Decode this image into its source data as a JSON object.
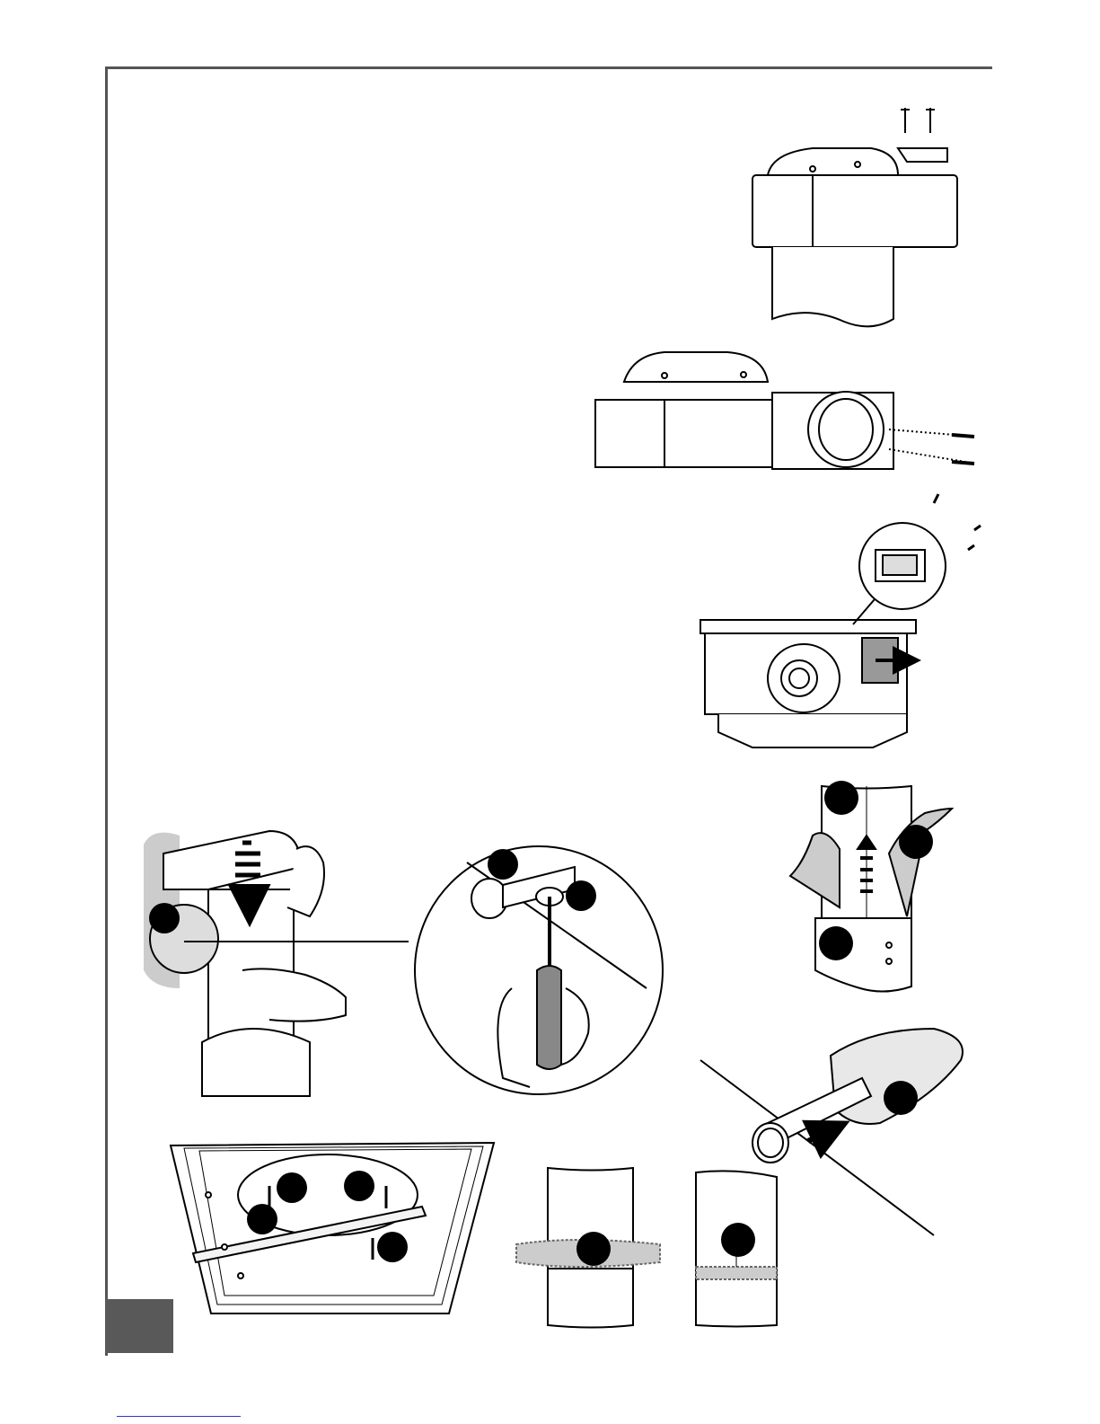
{
  "page": {
    "description_visible_text": ""
  },
  "figures": [
    {
      "id": "hood-top-view-with-screws"
    },
    {
      "id": "hood-side-with-flange-and-screws"
    },
    {
      "id": "motor-housing-with-damper-detail"
    },
    {
      "id": "chimney-installation-hands"
    },
    {
      "id": "screwdriver-detail-circle"
    },
    {
      "id": "chimney-cover-sliding"
    },
    {
      "id": "clip-detail"
    },
    {
      "id": "ceiling-bracket-install"
    },
    {
      "id": "chimney-tape-step-1"
    },
    {
      "id": "chimney-tape-step-2"
    }
  ],
  "colors": {
    "frame": "#555555",
    "page_tab": "#595959",
    "marker": "#000000",
    "footer_link": "#3333cc"
  }
}
